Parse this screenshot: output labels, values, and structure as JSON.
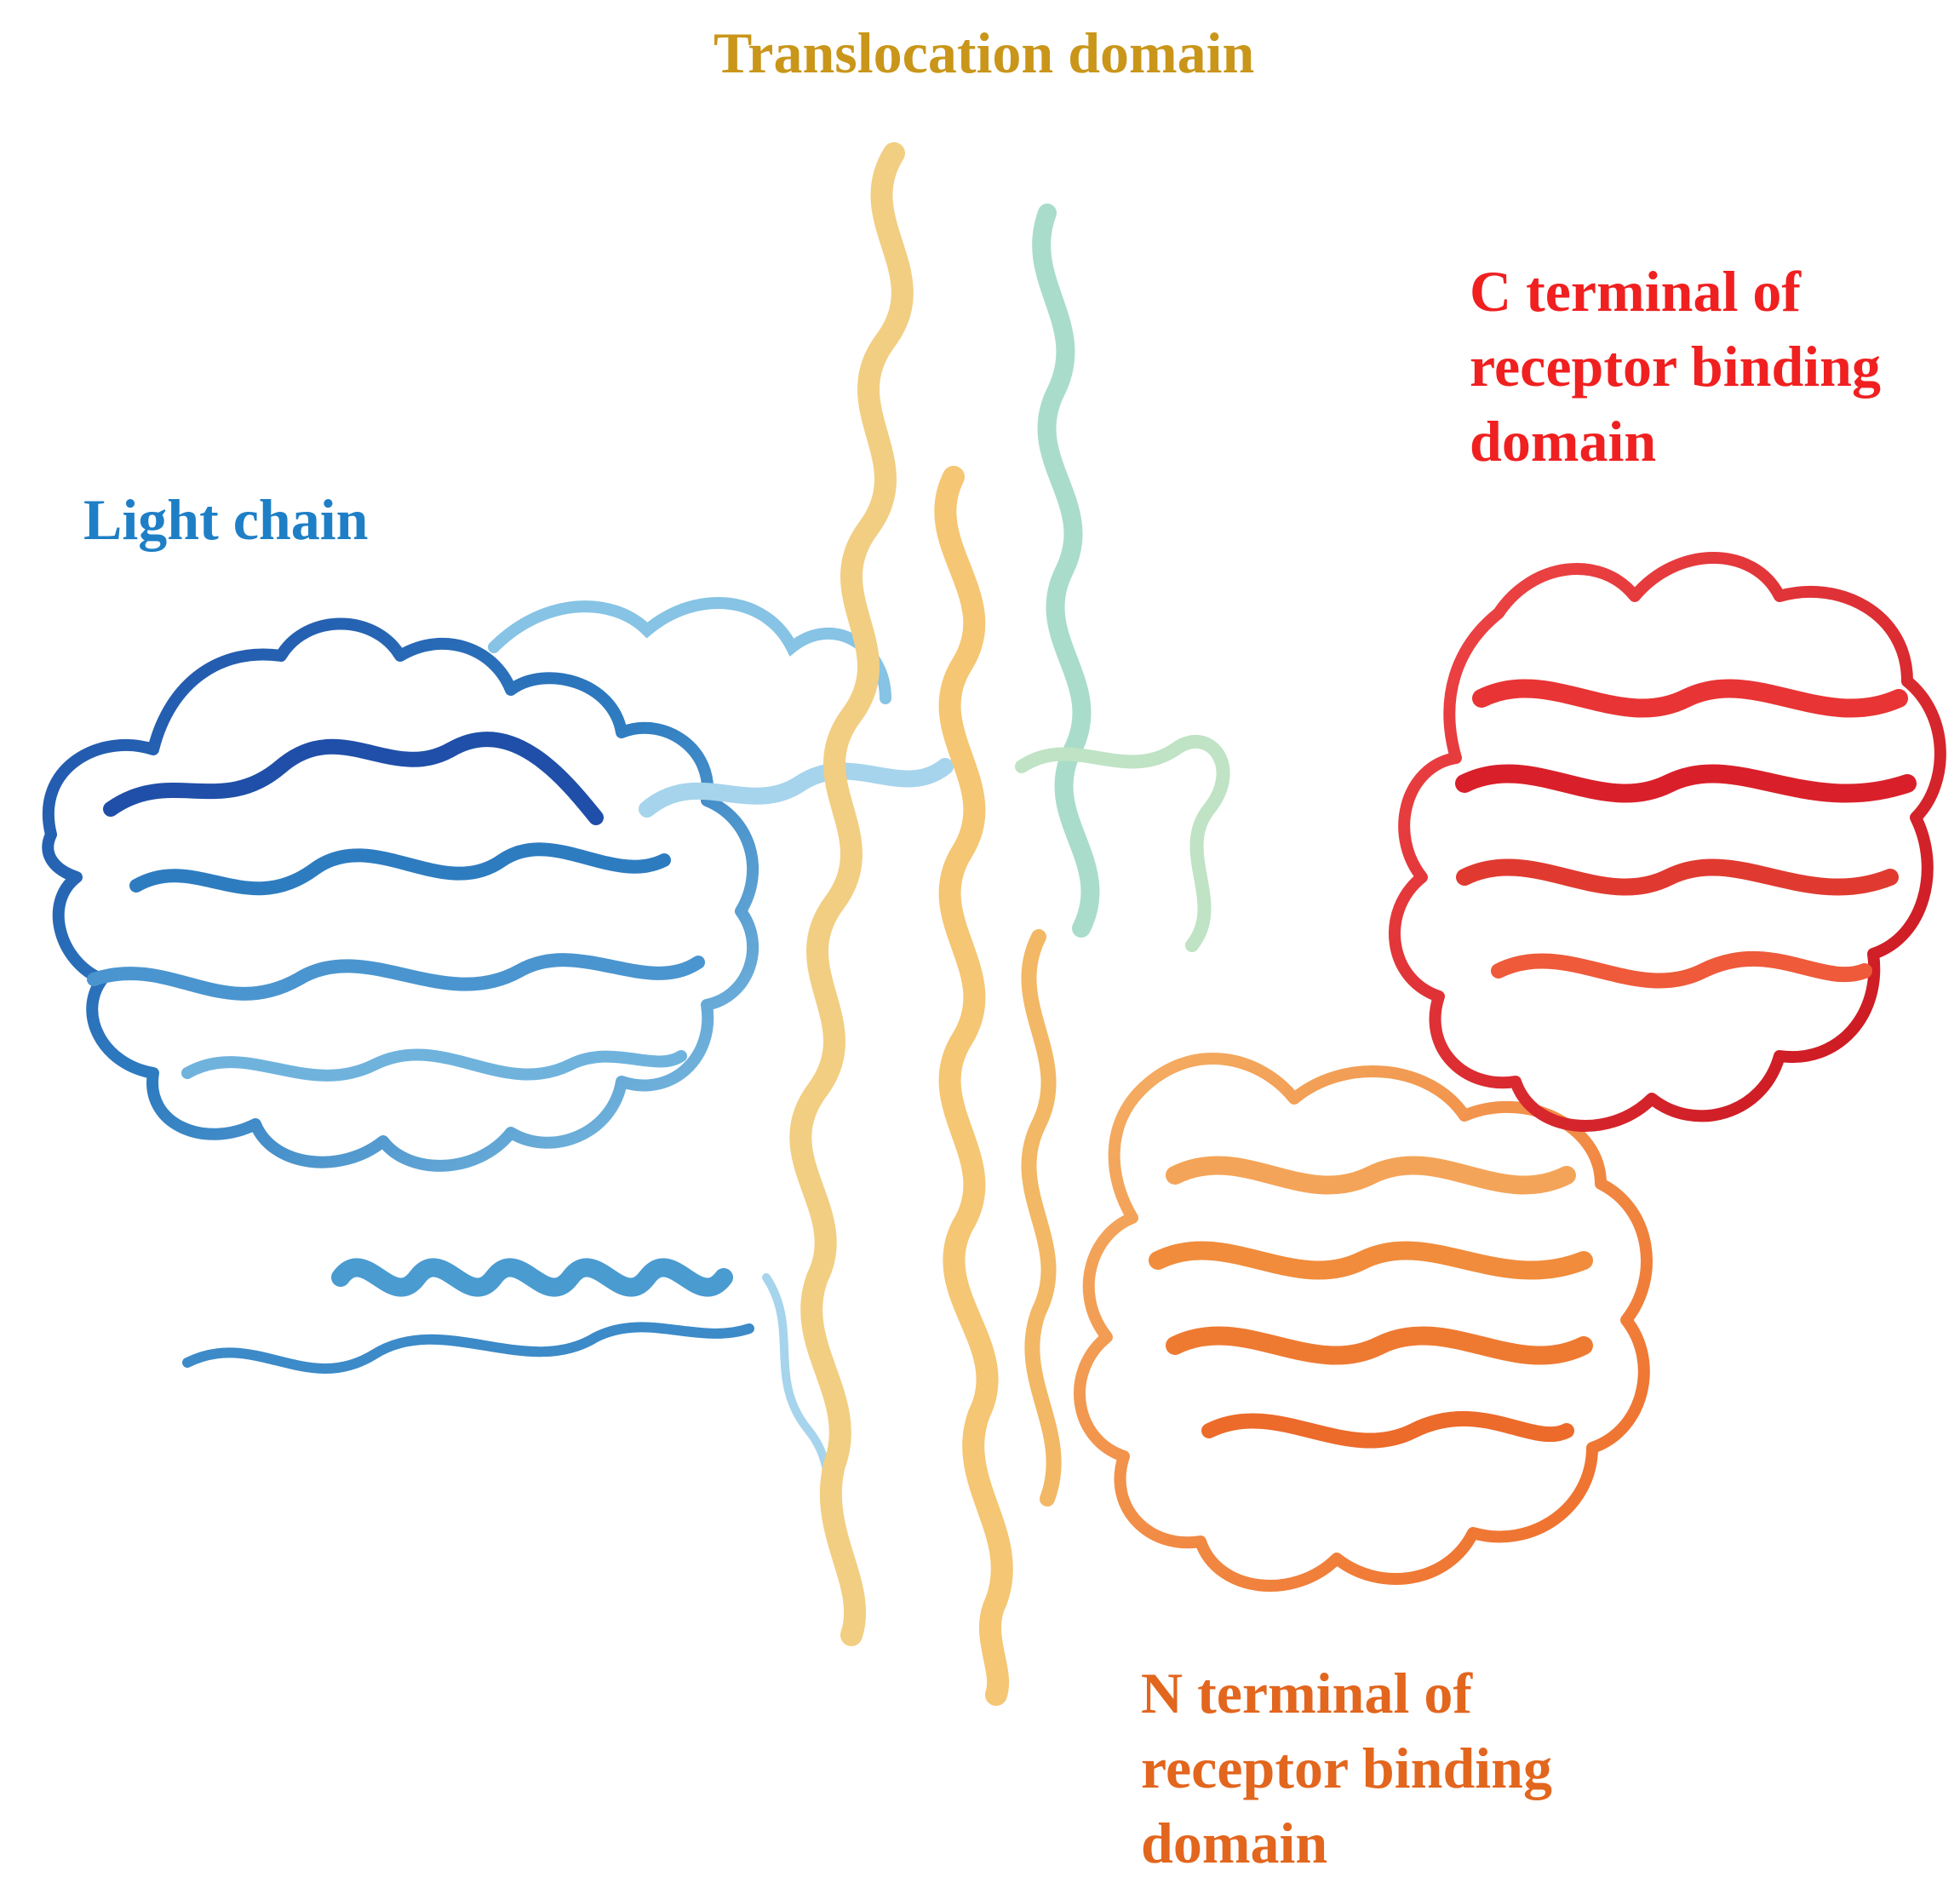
{
  "figure": {
    "labels": {
      "translocation": {
        "lines": [
          "Translocation domain"
        ],
        "color": "#C9961A"
      },
      "light_chain": {
        "lines": [
          "Light chain"
        ],
        "color": "#1E7FC6"
      },
      "c_terminal": {
        "lines": [
          "C terminal of",
          "receptor binding",
          "domain"
        ],
        "color": "#F02020"
      },
      "n_terminal": {
        "lines": [
          "N terminal of",
          "receptor binding",
          "domain"
        ],
        "color": "#E2661E"
      }
    },
    "domain_colors": {
      "light_chain_dark": "#1F4FA8",
      "light_chain_mid": "#2E7CC0",
      "light_chain_light": "#86C3E4",
      "translocation_yellow": "#F2CE82",
      "translocation_mint": "#A9DCCB",
      "n_terminal_orange": "#F08C3C",
      "c_terminal_red": "#E02A2A"
    },
    "structure_icon": "protein-ribbon-structure"
  }
}
